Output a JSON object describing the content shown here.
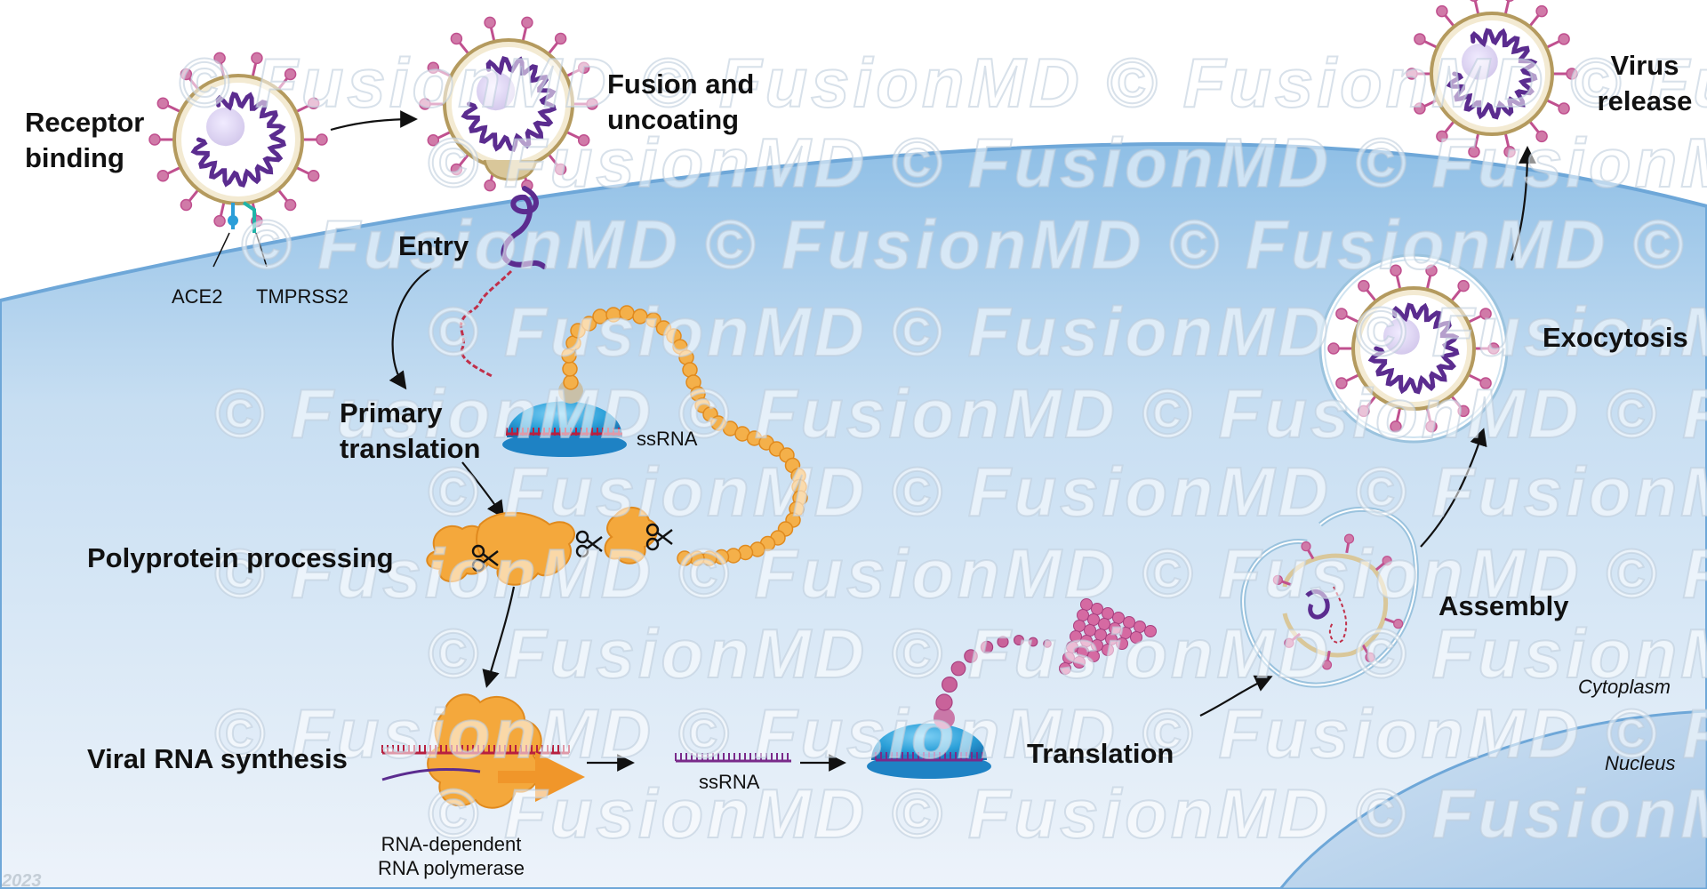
{
  "labels": {
    "receptor_binding": [
      "Receptor",
      "binding"
    ],
    "fusion_uncoating": [
      "Fusion and",
      "uncoating"
    ],
    "virus_release": [
      "Virus",
      "release"
    ],
    "entry": "Entry",
    "ace2": "ACE2",
    "tmprss2": "TMPRSS2",
    "primary_translation": [
      "Primary",
      "translation"
    ],
    "ssrna_ribosome": "ssRNA",
    "polyprotein_processing": "Polyprotein processing",
    "viral_rna_synthesis": "Viral RNA synthesis",
    "rdrp": [
      "RNA-dependent",
      "RNA polymerase"
    ],
    "ssrna_middle": "ssRNA",
    "translation": "Translation",
    "assembly": "Assembly",
    "exocytosis": "Exocytosis",
    "cytoplasm": "Cytoplasm",
    "nucleus": "Nucleus"
  },
  "watermark": {
    "text": "© FusionMD © FusionMD © FusionMD © FusionMD",
    "corner": "2023"
  },
  "colors": {
    "cell_cytoplasm": "#b9d6ef",
    "cell_edge": "#7fb0dd",
    "virus_membrane": "#d9c79a",
    "virus_inner": "#5b2c8f",
    "virus_spike": "#c0508f",
    "ribosome": "#2b9ed8",
    "polyprotein": "#f2a43a",
    "rna_strand": "#b82040",
    "translated_peptide": "#c0508f"
  }
}
